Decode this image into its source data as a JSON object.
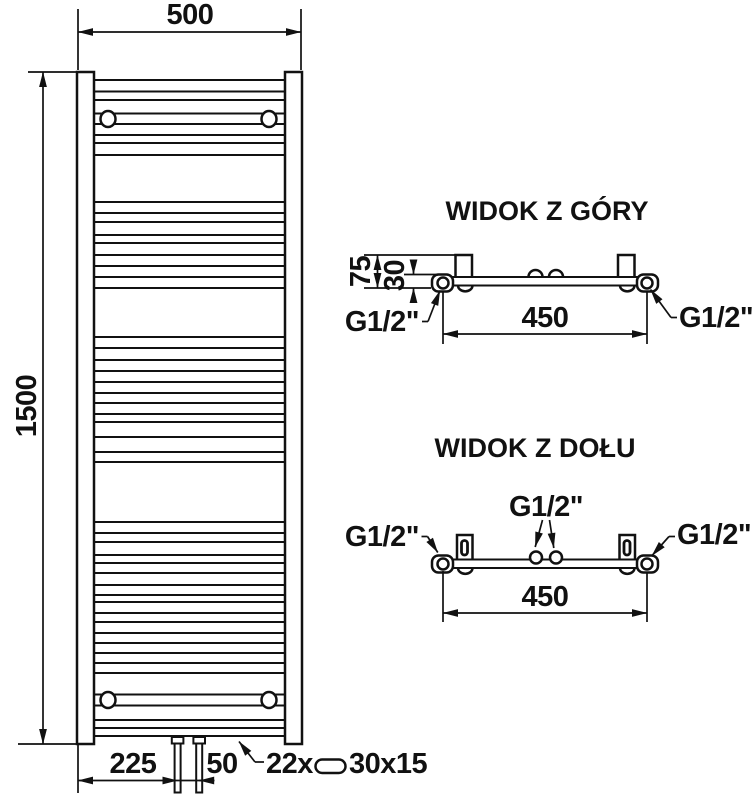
{
  "front_view": {
    "width_label": "500",
    "height_label": "1500",
    "spacing_left_label": "225",
    "spacing_center_label": "50",
    "tube_count_label": "22x",
    "tube_profile_label": "30x15"
  },
  "top_view": {
    "title": "WIDOK Z GÓRY",
    "axis_spacing_label": "450",
    "depth_label": "75",
    "offset_label": "30",
    "thread_left_label": "G1/2\"",
    "thread_right_label": "G1/2\""
  },
  "bottom_view": {
    "title": "WIDOK Z DOŁU",
    "axis_spacing_label": "450",
    "thread_left_label": "G1/2\"",
    "thread_center_label": "G1/2\"",
    "thread_right_label": "G1/2\""
  }
}
